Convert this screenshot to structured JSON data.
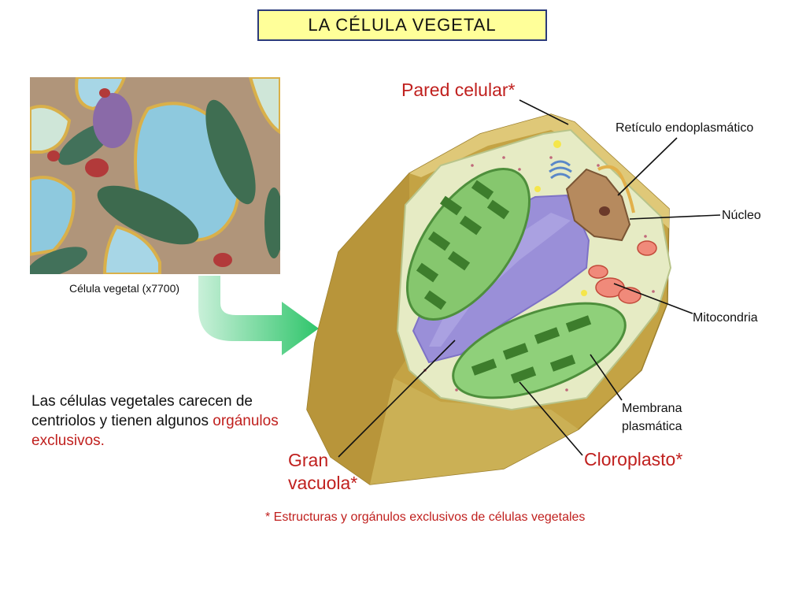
{
  "title": "LA CÉLULA VEGETAL",
  "micrograph": {
    "caption": "Célula vegetal (x7700)"
  },
  "description": {
    "text": "Las células vegetales carecen de centriolos y tienen algunos ",
    "highlight": "orgánulos exclusivos."
  },
  "labels": {
    "pared_celular": "Pared celular*",
    "reticulo": "Retículo endoplasmático",
    "nucleo": "Núcleo",
    "mitocondria": "Mitocondria",
    "membrana_line1": "Membrana",
    "membrana_line2": "plasmática",
    "cloroplasto": "Cloroplasto*",
    "vacuola_line1": "Gran",
    "vacuola_line2": "vacuola*"
  },
  "footnote": "* Estructuras y orgánulos exclusivos de células vegetales",
  "colors": {
    "title_bg": "#ffff99",
    "title_border": "#2b3a7a",
    "highlight_red": "#c0201e",
    "arrow_green": "#3ecf7a",
    "cell_wall": "#c9a94a",
    "vacuole": "#9a8fd8",
    "chloroplast": "#7cc46a"
  }
}
